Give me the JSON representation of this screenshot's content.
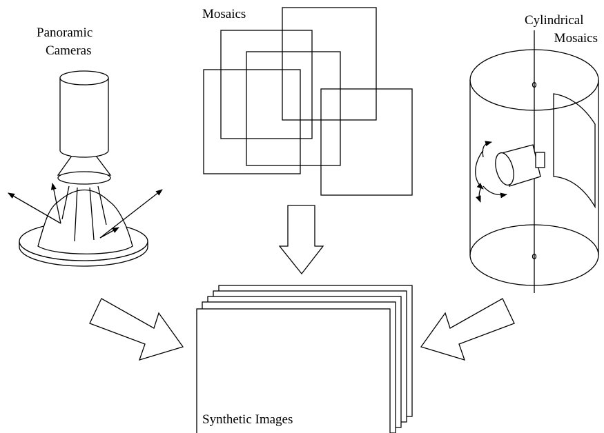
{
  "labels": {
    "panoramic_line1": "Panoramic",
    "panoramic_line2": "Cameras",
    "mosaics": "Mosaics",
    "cylindrical_line1": "Cylindrical",
    "cylindrical_line2": "Mosaics",
    "synthetic": "Synthetic Images"
  },
  "colors": {
    "ink": "#000000",
    "background": "#ffffff"
  }
}
